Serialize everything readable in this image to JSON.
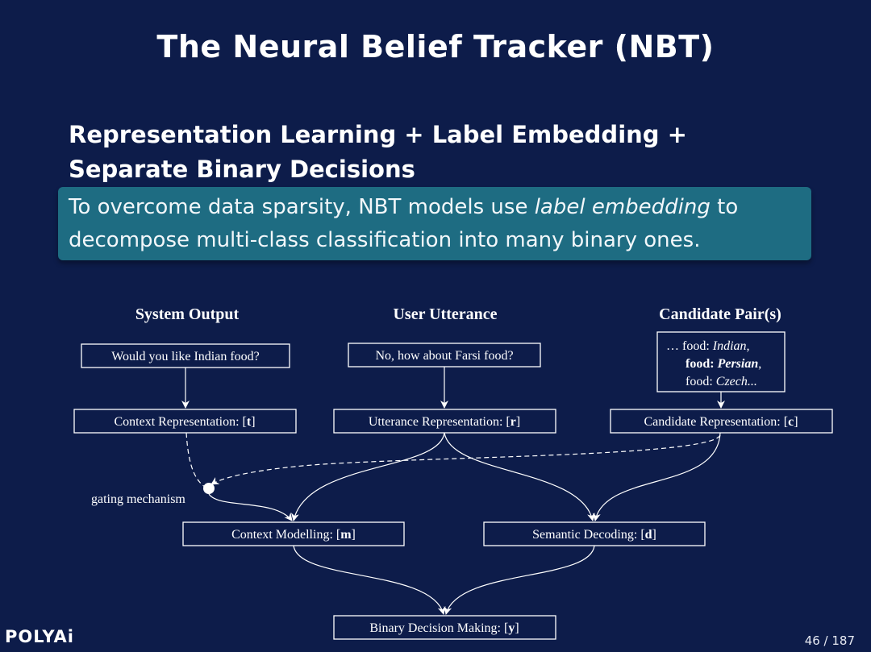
{
  "slide": {
    "title": "The Neural Belief Tracker (NBT)",
    "heading_line1": "Representation Learning + Label Embedding +",
    "heading_line2": "Separate Binary Decisions",
    "callout": {
      "line1_before": "To overcome data sparsity, NBT models use ",
      "line1_emph": "label embedding",
      "line1_after": " to",
      "line2": "decompose multi-class classification into many binary ones."
    }
  },
  "diagram": {
    "col_headers": {
      "system": "System Output",
      "user": "User Utterance",
      "candidate": "Candidate Pair(s)"
    },
    "inputs": {
      "system": "Would you like Indian food?",
      "user": "No, how about Farsi food?",
      "candidate_1_prefix": "… food: ",
      "candidate_1_value": "Indian,",
      "candidate_2_prefix": "food: ",
      "candidate_2_value": "Persian",
      "candidate_2_suffix": ",",
      "candidate_3_prefix": "food: ",
      "candidate_3_value": "Czech..."
    },
    "reps": {
      "context": "Context Representation: ",
      "context_var": "t",
      "utterance": "Utterance Representation: ",
      "utterance_var": "r",
      "candidate": "Candidate Representation: ",
      "candidate_var": "c"
    },
    "gating_label": "gating mechanism",
    "mid": {
      "context_modelling": "Context Modelling: ",
      "context_modelling_var": "m",
      "semantic_decoding": "Semantic Decoding: ",
      "semantic_decoding_var": "d"
    },
    "output": {
      "label": "Binary Decision Making: ",
      "var": "y"
    }
  },
  "footer": {
    "logo": "POLYAi",
    "page": "46 / 187"
  },
  "colors": {
    "background": "#0d1c4a",
    "callout": "#1e6c82",
    "line": "#ffffff"
  }
}
